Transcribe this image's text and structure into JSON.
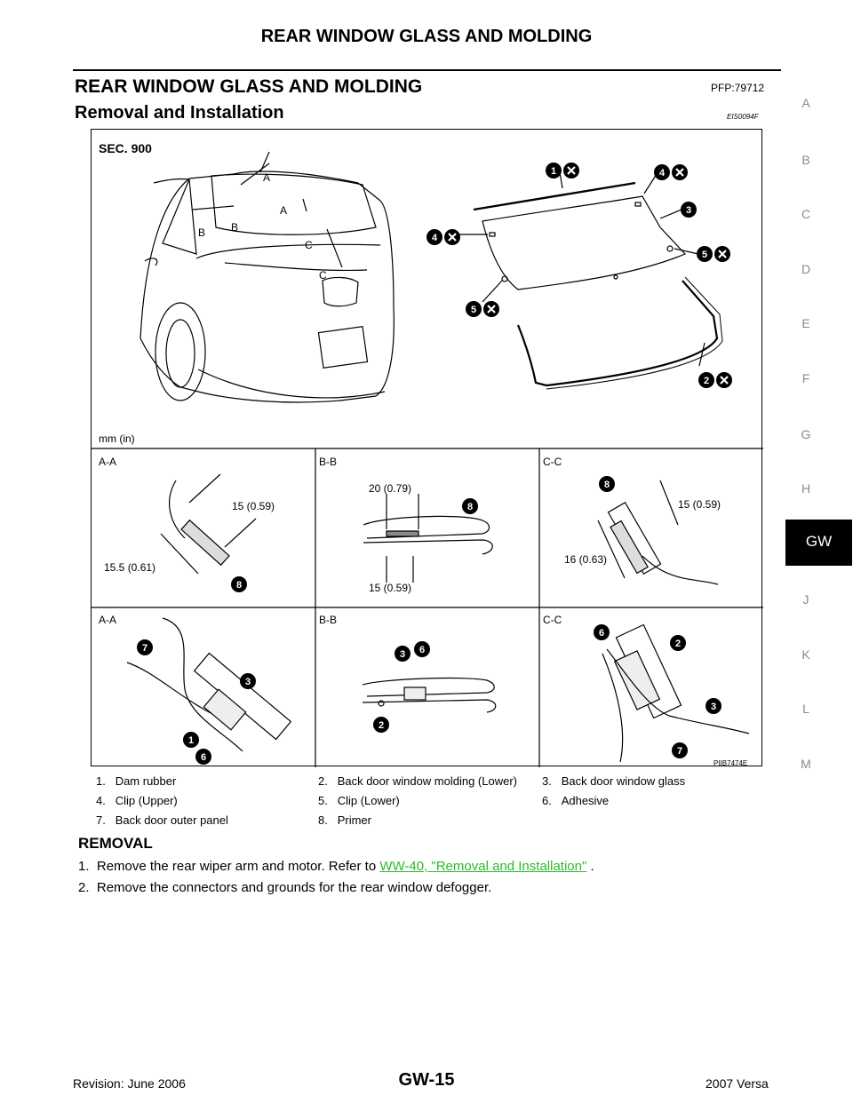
{
  "header": {
    "running_title": "REAR WINDOW GLASS AND MOLDING"
  },
  "section": {
    "title": "REAR WINDOW GLASS AND MOLDING",
    "pfp": "PFP:79712",
    "subtitle": "Removal and Installation",
    "code": "EIS0094F"
  },
  "figure": {
    "sec": "SEC. 900",
    "units": "mm (in)",
    "image_code": "PIIB7474E",
    "marks": {
      "A": "A",
      "B": "B",
      "C": "C"
    },
    "callout_numbers": [
      "1",
      "2",
      "3",
      "4",
      "5",
      "6",
      "7",
      "8"
    ],
    "sections": {
      "aa": "A-A",
      "bb": "B-B",
      "cc": "C-C"
    },
    "dims": {
      "aa_1": "15 (0.59)",
      "aa_2": "15.5 (0.61)",
      "bb_1": "20 (0.79)",
      "bb_2": "15 (0.59)",
      "cc_1": "15 (0.59)",
      "cc_2": "16 (0.63)"
    }
  },
  "legend": [
    [
      "1.",
      "Dam rubber"
    ],
    [
      "2.",
      "Back door window molding (Lower)"
    ],
    [
      "3.",
      "Back door window glass"
    ],
    [
      "4.",
      "Clip (Upper)"
    ],
    [
      "5.",
      "Clip (Lower)"
    ],
    [
      "6.",
      "Adhesive"
    ],
    [
      "7.",
      "Back door outer panel"
    ],
    [
      "8.",
      "Primer"
    ]
  ],
  "removal": {
    "heading": "REMOVAL",
    "steps": [
      {
        "num": "1.",
        "text": "Remove the rear wiper arm and motor. Refer to ",
        "link": "WW-40, \"Removal and Installation\"",
        "after": " ."
      },
      {
        "num": "2.",
        "text": "Remove the connectors and grounds for the rear window defogger."
      }
    ]
  },
  "footer": {
    "left": "Revision: June 2006",
    "center": "GW-15",
    "right": "2007 Versa"
  },
  "side_tabs": [
    "A",
    "B",
    "C",
    "D",
    "E",
    "F",
    "G",
    "H",
    "GW",
    "J",
    "K",
    "L",
    "M"
  ],
  "active_tab": "GW"
}
